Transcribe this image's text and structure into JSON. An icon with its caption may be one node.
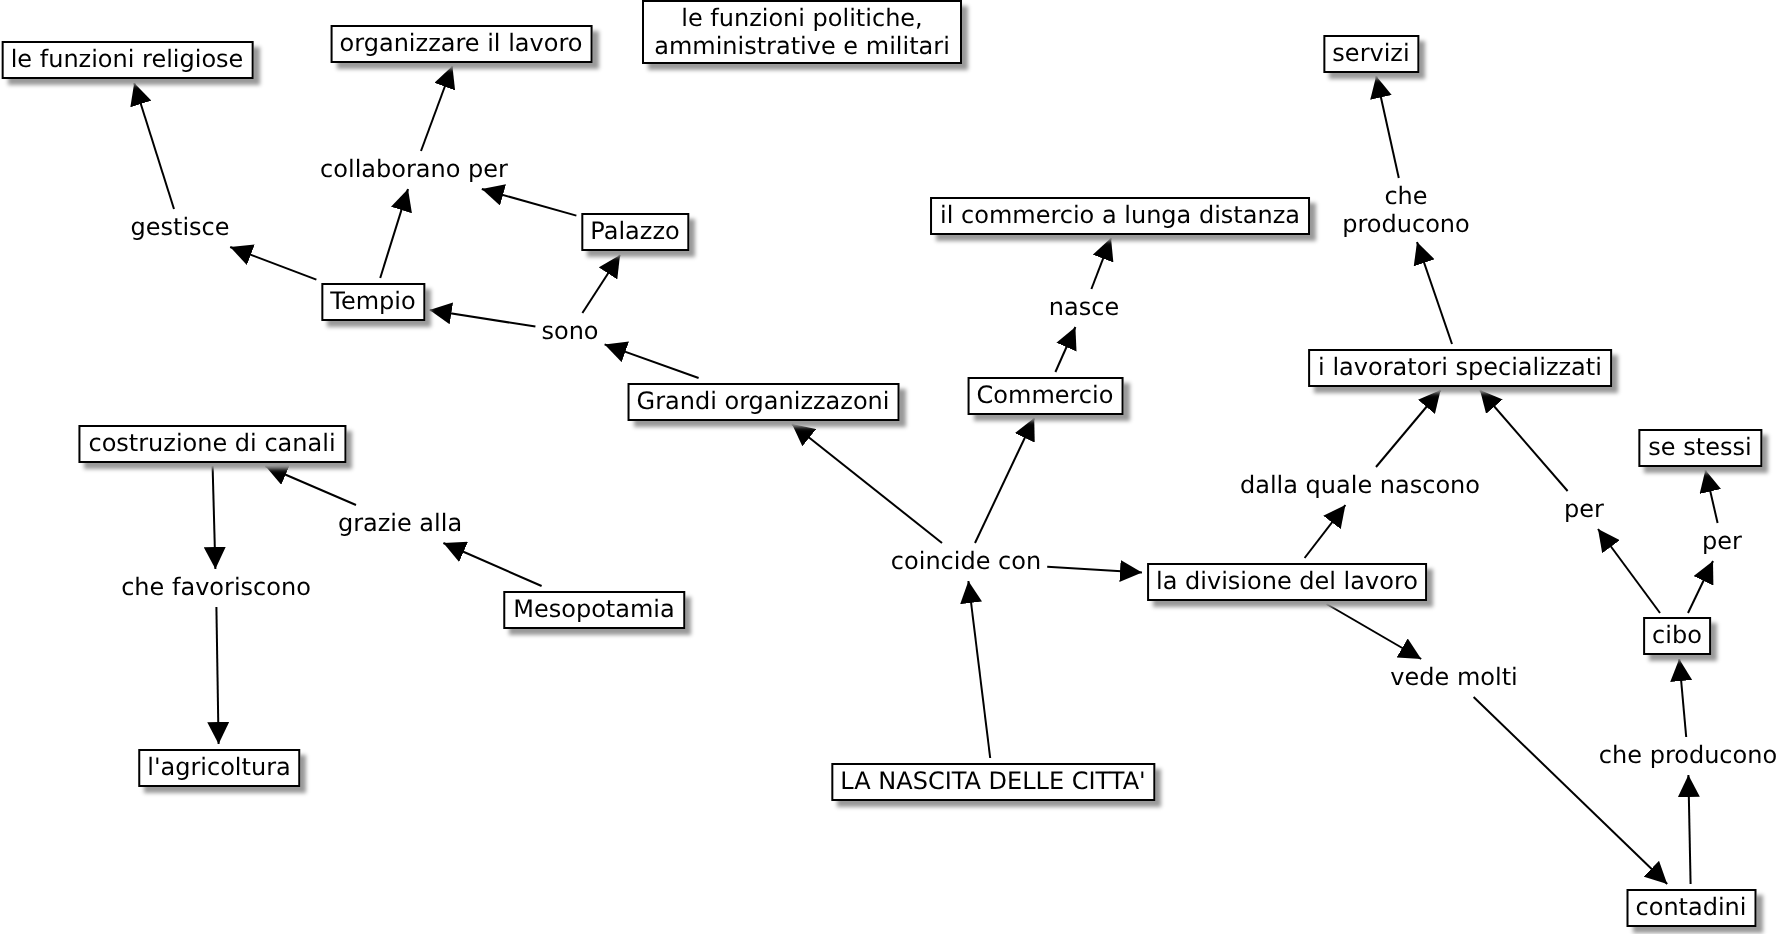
{
  "diagram": {
    "nodes": [
      {
        "text": [
          "le funzioni religiose"
        ]
      },
      {
        "text": [
          "organizzare il lavoro"
        ]
      },
      {
        "text": [
          "le funzioni politiche, amministrative e militari"
        ]
      },
      {
        "text": [
          "servizi"
        ]
      },
      {
        "text": [
          "collaborano per"
        ]
      },
      {
        "text": [
          "il commercio a lunga distanza"
        ]
      },
      {
        "text": [
          "che producono"
        ]
      },
      {
        "text": [
          "Palazzo"
        ]
      },
      {
        "text": [
          "gestisce"
        ]
      },
      {
        "text": [
          "Tempio"
        ]
      },
      {
        "text": [
          "nasce"
        ]
      },
      {
        "text": [
          "sono"
        ]
      },
      {
        "text": [
          "i lavoratori specializzati"
        ]
      },
      {
        "text": [
          "Commercio"
        ]
      },
      {
        "text": [
          "Grandi organizzazoni"
        ]
      },
      {
        "text": [
          "costruzione di canali"
        ]
      },
      {
        "text": [
          "se stessi"
        ]
      },
      {
        "text": [
          "dalla quale nascono"
        ]
      },
      {
        "text": [
          "per"
        ]
      },
      {
        "text": [
          "grazie alla"
        ]
      },
      {
        "text": [
          "per"
        ]
      },
      {
        "text": [
          "coincide con"
        ]
      },
      {
        "text": [
          "la divisione del lavoro"
        ]
      },
      {
        "text": [
          "che favoriscono"
        ]
      },
      {
        "text": [
          "Mesopotamia"
        ]
      },
      {
        "text": [
          "cibo"
        ]
      },
      {
        "text": [
          "vede molti"
        ]
      },
      {
        "text": [
          "l'agricoltura"
        ]
      },
      {
        "text": [
          "che producono"
        ]
      },
      {
        "text": [
          "LA NASCITA DELLE CITTA'"
        ]
      },
      {
        "text": [
          "contadini"
        ]
      }
    ],
    "edges": [
      {
        "from": 29,
        "to": 21,
        "arrow": "to"
      },
      {
        "from": 21,
        "to": 14,
        "arrow": "to"
      },
      {
        "from": 21,
        "to": 13,
        "arrow": "to"
      },
      {
        "from": 21,
        "to": 22,
        "arrow": "to"
      },
      {
        "from": 14,
        "to": 11,
        "arrow": "to"
      },
      {
        "from": 11,
        "to": 9,
        "arrow": "to"
      },
      {
        "from": 11,
        "to": 7,
        "arrow": "to"
      },
      {
        "from": 9,
        "to": 8,
        "arrow": "to"
      },
      {
        "from": 8,
        "to": 0,
        "arrow": "to"
      },
      {
        "from": 9,
        "to": 4,
        "arrow": "to"
      },
      {
        "from": 7,
        "to": 4,
        "arrow": "to"
      },
      {
        "from": 4,
        "to": 1,
        "arrow": "to"
      },
      {
        "from": 13,
        "to": 10,
        "arrow": "to"
      },
      {
        "from": 10,
        "to": 5,
        "arrow": "to"
      },
      {
        "from": 22,
        "to": 17,
        "arrow": "to"
      },
      {
        "from": 17,
        "to": 12,
        "arrow": "to"
      },
      {
        "from": 12,
        "to": 6,
        "arrow": "to"
      },
      {
        "from": 6,
        "to": 3,
        "arrow": "to"
      },
      {
        "from": 22,
        "to": 26,
        "arrow": "to"
      },
      {
        "from": 26,
        "to": 30,
        "arrow": "to"
      },
      {
        "from": 30,
        "to": 28,
        "arrow": "to"
      },
      {
        "from": 28,
        "to": 25,
        "arrow": "to"
      },
      {
        "from": 25,
        "to": 18,
        "arrow": "to"
      },
      {
        "from": 18,
        "to": 12,
        "arrow": "to"
      },
      {
        "from": 25,
        "to": 20,
        "arrow": "to"
      },
      {
        "from": 20,
        "to": 16,
        "arrow": "to"
      },
      {
        "from": 24,
        "to": 19,
        "arrow": "to"
      },
      {
        "from": 19,
        "to": 15,
        "arrow": "to"
      },
      {
        "from": 15,
        "to": 23,
        "arrow": "to"
      },
      {
        "from": 23,
        "to": 27,
        "arrow": "to"
      }
    ]
  }
}
